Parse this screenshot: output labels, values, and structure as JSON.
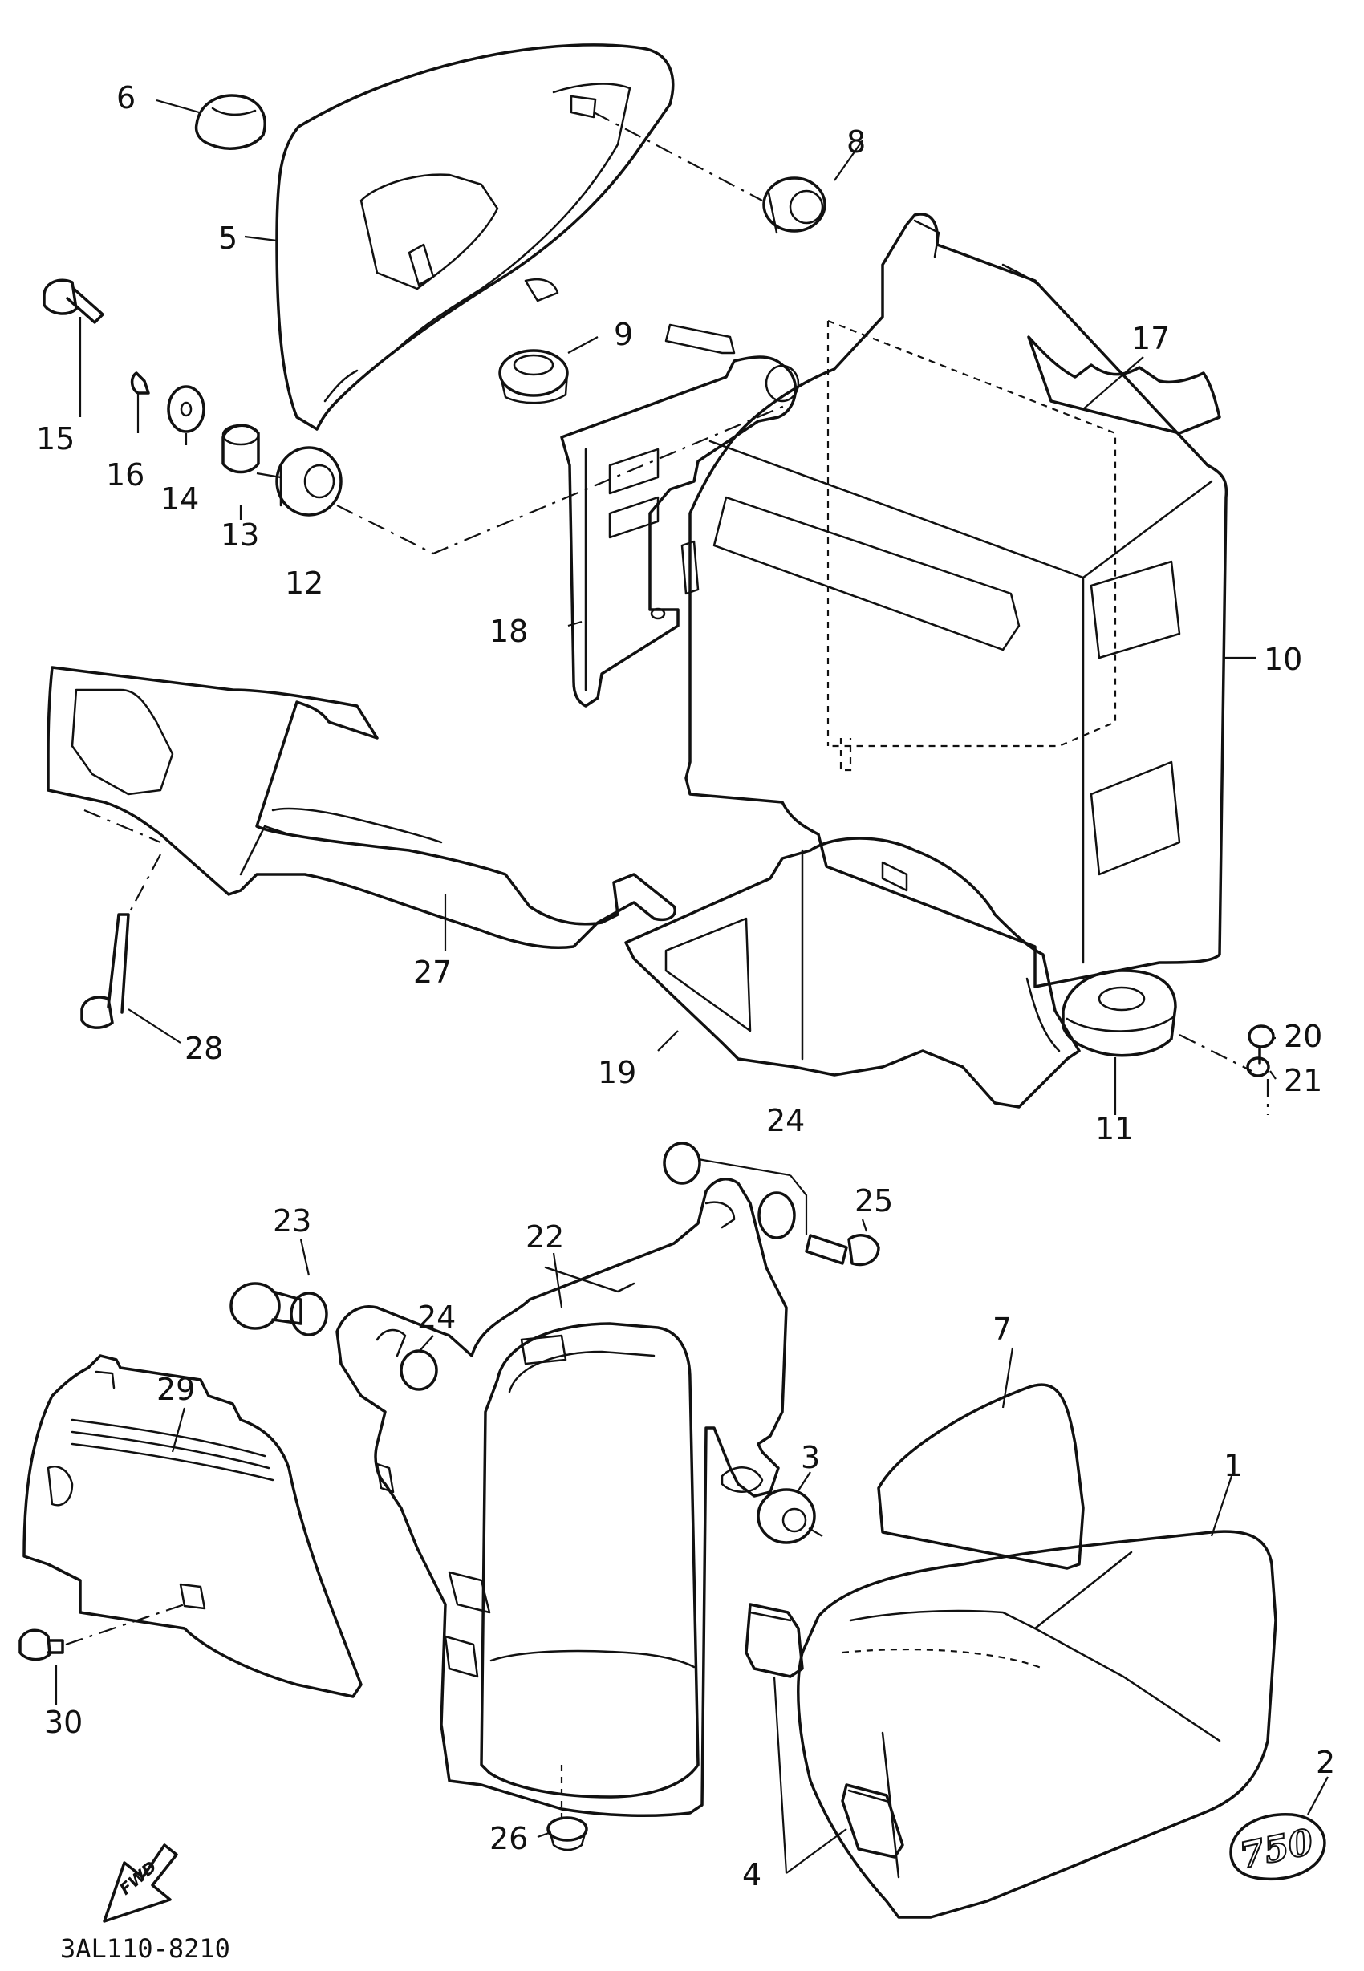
{
  "diagram": {
    "catalog_code": "3AL110-8210",
    "direction_label": "FWD",
    "emblem_text": "750",
    "callouts": {
      "c1": "1",
      "c2": "2",
      "c3": "3",
      "c4": "4",
      "c5": "5",
      "c6": "6",
      "c7": "7",
      "c8": "8",
      "c9": "9",
      "c10": "10",
      "c11": "11",
      "c12": "12",
      "c13": "13",
      "c14": "14",
      "c15": "15",
      "c16": "16",
      "c17": "17",
      "c18": "18",
      "c19": "19",
      "c20": "20",
      "c21": "21",
      "c22": "22",
      "c23": "23",
      "c24a": "24",
      "c24b": "24",
      "c25": "25",
      "c26": "26",
      "c27": "27",
      "c28": "28",
      "c29": "29",
      "c30": "30"
    }
  }
}
